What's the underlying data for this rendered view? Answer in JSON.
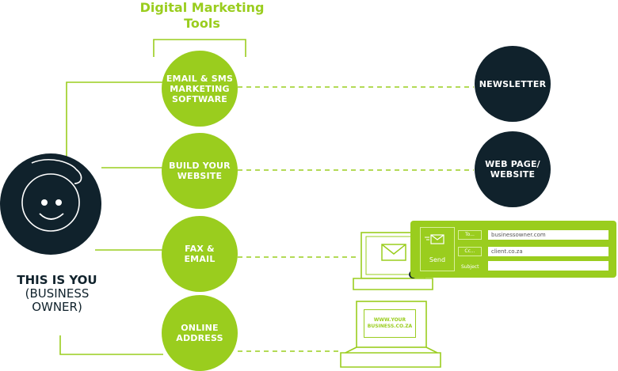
{
  "diagram": {
    "title": "Digital Marketing\nTools",
    "colors": {
      "accent": "#9acd1e",
      "dark": "#10222c",
      "card_field": "#ffffff"
    },
    "user": {
      "icon": "smiley-face-icon",
      "label_strong": "THIS IS YOU",
      "label_rest": "(BUSINESS\nOWNER)"
    },
    "tools": [
      {
        "label": "EMAIL & SMS\nMARKETING\nSOFTWARE"
      },
      {
        "label": "BUILD YOUR\nWEBSITE"
      },
      {
        "label": "FAX &\nEMAIL"
      },
      {
        "label": "ONLINE\nADDRESS"
      }
    ],
    "outcomes": [
      {
        "label": "NEWSLETTER"
      },
      {
        "label": "WEB PAGE/\nWEBSITE"
      }
    ],
    "email_card": {
      "send_label": "Send",
      "to_label": "To...",
      "to_value": "businessowner.com",
      "cc_label": "Cc...",
      "cc_value": "client.co.za",
      "subject_label": "Subject"
    },
    "laptop_url": "WWW.YOUR\nBUSINESS.CO.ZA"
  }
}
